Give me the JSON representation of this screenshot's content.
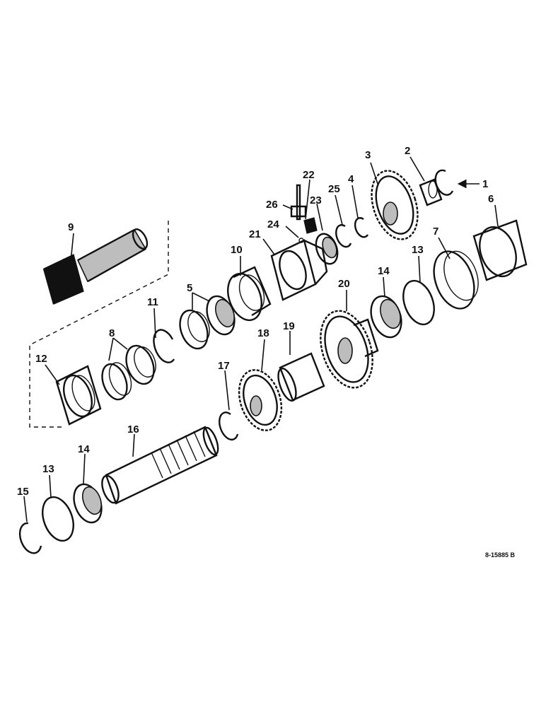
{
  "diagram": {
    "callouts": [
      "1",
      "2",
      "3",
      "4",
      "5",
      "6",
      "7",
      "8",
      "9",
      "10",
      "11",
      "12",
      "13",
      "14",
      "15",
      "16",
      "17",
      "18",
      "19",
      "20",
      "21",
      "22",
      "23",
      "24",
      "25",
      "26",
      "13",
      "14"
    ],
    "drawing_ref": "8-15885 B"
  }
}
